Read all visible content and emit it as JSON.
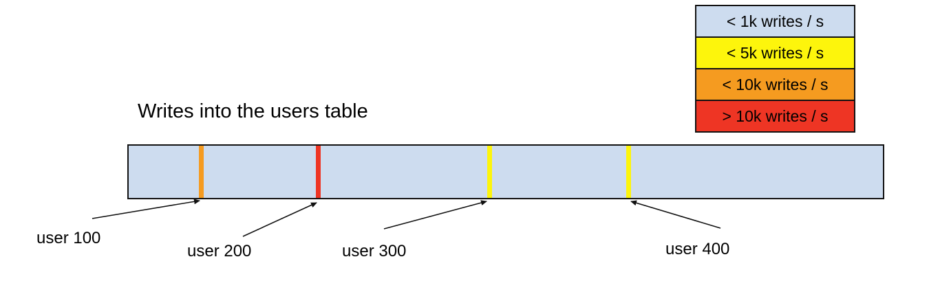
{
  "title": "Writes into the users table",
  "colors": {
    "bar_fill": "#cddcef",
    "border": "#111111",
    "lt1k_blue": "#cddcef",
    "lt5k_yellow": "#fdf50c",
    "lt10k_orange": "#f59b20",
    "gt10k_red": "#ee3524"
  },
  "legend": {
    "items": [
      {
        "label": "< 1k writes / s",
        "color": "#cddcef"
      },
      {
        "label": "< 5k writes / s",
        "color": "#fdf50c"
      },
      {
        "label": "< 10k writes / s",
        "color": "#f59b20"
      },
      {
        "label": "> 10k writes / s",
        "color": "#ee3524"
      }
    ]
  },
  "bar": {
    "fill_color": "#cddcef",
    "fill_category": "< 1k writes / s",
    "stripes": [
      {
        "user": "user 100",
        "category": "< 10k writes / s",
        "color": "#f59b20"
      },
      {
        "user": "user 200",
        "category": "> 10k writes / s",
        "color": "#ee3524"
      },
      {
        "user": "user 300",
        "category": "< 5k writes / s",
        "color": "#fdf50c"
      },
      {
        "user": "user 400",
        "category": "< 5k writes / s",
        "color": "#fdf50c"
      }
    ]
  },
  "users": [
    {
      "label": "user 100"
    },
    {
      "label": "user 200"
    },
    {
      "label": "user 300"
    },
    {
      "label": "user 400"
    }
  ]
}
